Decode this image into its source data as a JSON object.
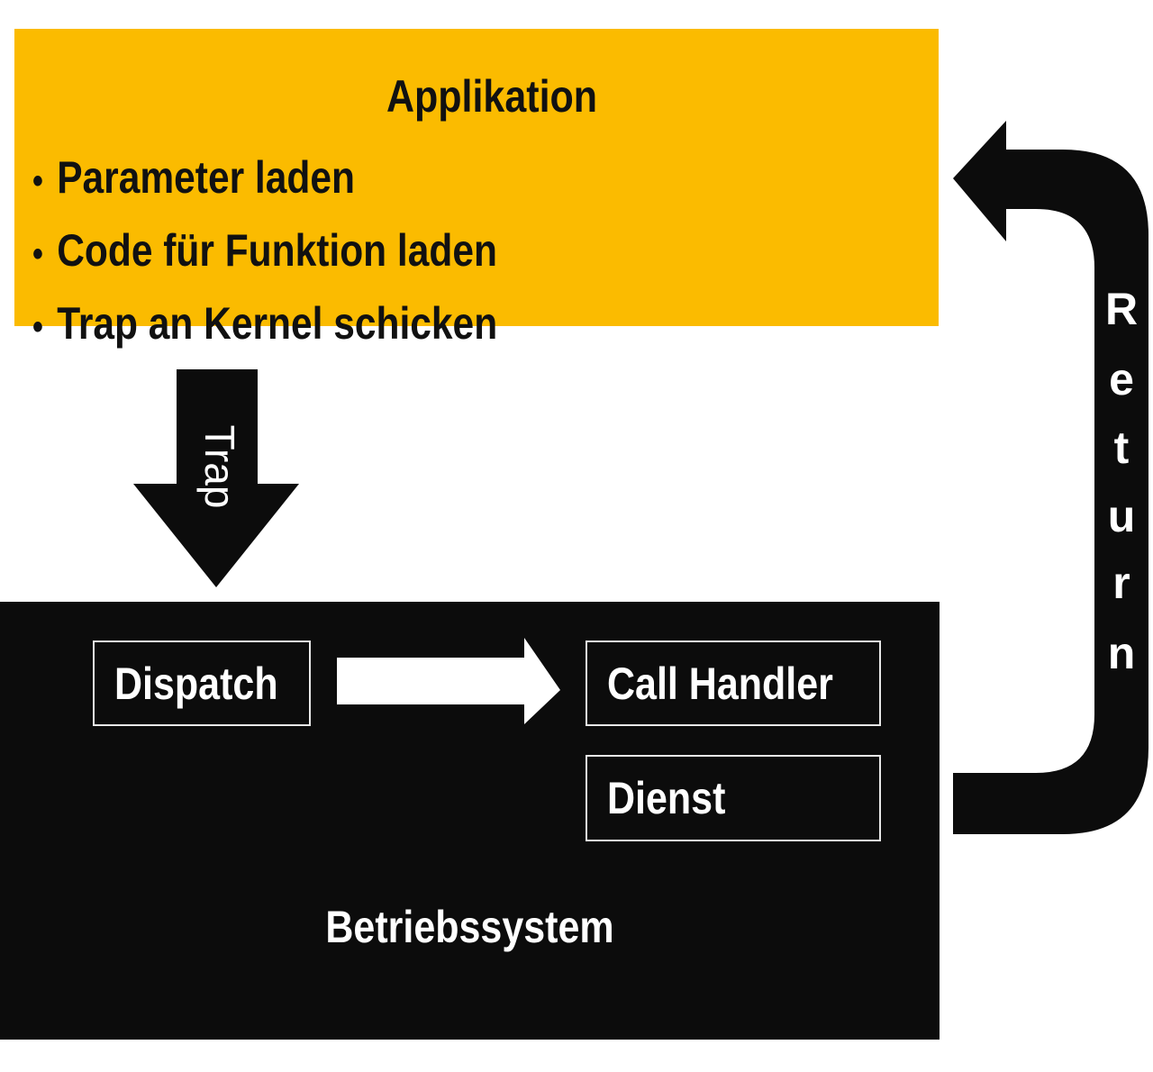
{
  "application": {
    "title": "Applikation",
    "steps": [
      "Parameter laden",
      "Code für Funktion laden",
      "Trap an Kernel schicken"
    ]
  },
  "arrows": {
    "trap_label": "Trap",
    "return_letters": [
      "R",
      "e",
      "t",
      "u",
      "r",
      "n"
    ]
  },
  "operating_system": {
    "title": "Betriebssystem",
    "dispatch_label": "Dispatch",
    "call_handler_label": "Call Handler",
    "service_label": "Dienst"
  },
  "colors": {
    "application_fill": "#fbbb00",
    "os_fill": "#0c0c0c",
    "arrow_fill": "#0c0c0c",
    "inner_arrow_fill": "#ffffff"
  }
}
